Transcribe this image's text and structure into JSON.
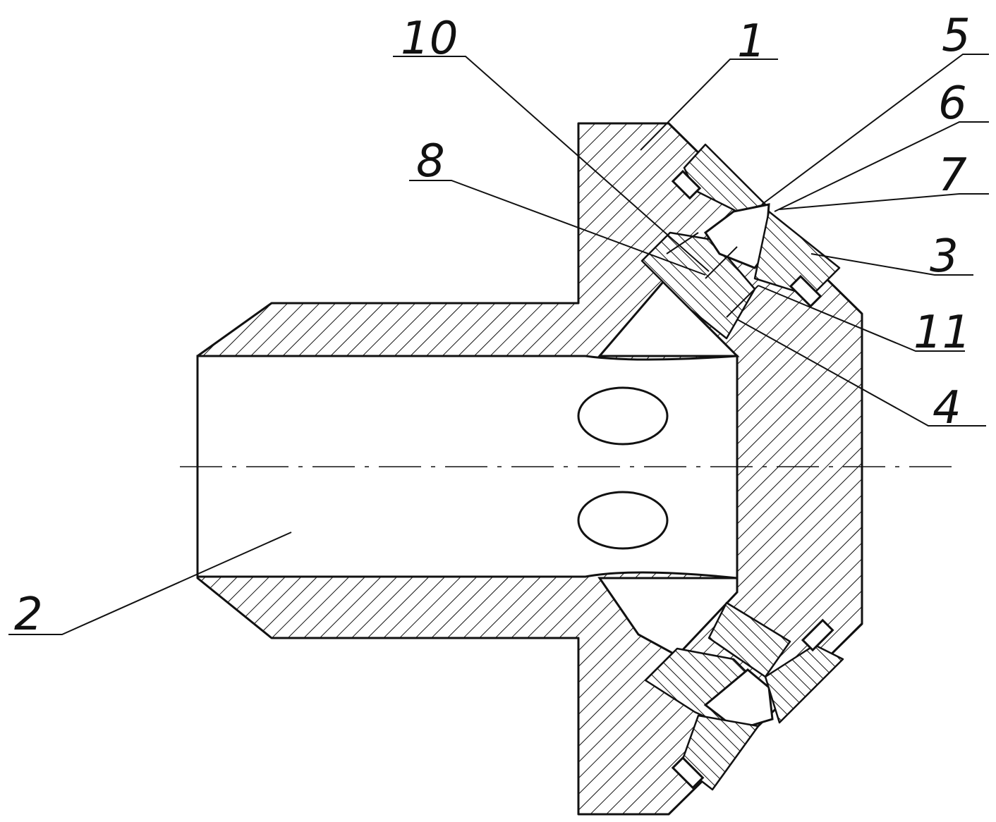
{
  "figure": {
    "callouts": [
      {
        "key": "c1",
        "text": "1"
      },
      {
        "key": "c2",
        "text": "2"
      },
      {
        "key": "c3",
        "text": "3"
      },
      {
        "key": "c4",
        "text": "4"
      },
      {
        "key": "c5",
        "text": "5"
      },
      {
        "key": "c6",
        "text": "6"
      },
      {
        "key": "c7",
        "text": "7"
      },
      {
        "key": "c8",
        "text": "8"
      },
      {
        "key": "c10",
        "text": "10"
      },
      {
        "key": "c11",
        "text": "11"
      }
    ]
  },
  "colors": {
    "ink": "#111111",
    "paper": "#ffffff"
  }
}
